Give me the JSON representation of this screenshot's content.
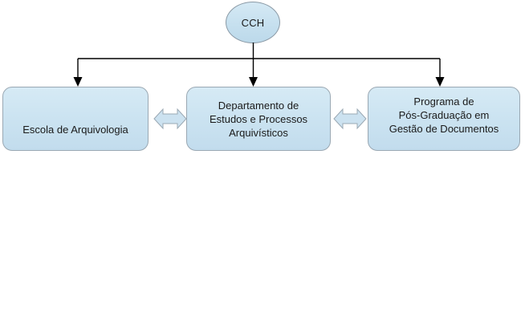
{
  "diagram": {
    "type": "organizational-tree",
    "title_node": {
      "id": "cch",
      "label": "CCH",
      "shape": "ellipse"
    },
    "child_nodes": [
      {
        "id": "escola-arquivologia",
        "label": "Escola de Arquivologia",
        "shape": "rounded-rectangle"
      },
      {
        "id": "departamento-estudos",
        "label": "Departamento de\nEstudos e Processos\nArquivísticos",
        "shape": "rounded-rectangle"
      },
      {
        "id": "programa-pos-graduacao",
        "label": "Programa de\nPós-Graduação em\nGestão de Documentos",
        "shape": "rounded-rectangle"
      }
    ],
    "connectors": {
      "tree_arrows": [
        {
          "id": "arrow-to-escola",
          "direction": "down"
        },
        {
          "id": "arrow-to-departamento",
          "direction": "down"
        },
        {
          "id": "arrow-to-programa",
          "direction": "down"
        }
      ],
      "bidirectional": [
        {
          "id": "link-escola-departamento",
          "direction": "both"
        },
        {
          "id": "link-departamento-programa",
          "direction": "both"
        }
      ]
    },
    "colors": {
      "node_fill_top": "#d6eaf5",
      "node_fill_bottom": "#c2dced",
      "node_border": "#9aa8b3",
      "line": "#000000",
      "text": "#1a1a1a",
      "background": "#ffffff"
    }
  }
}
